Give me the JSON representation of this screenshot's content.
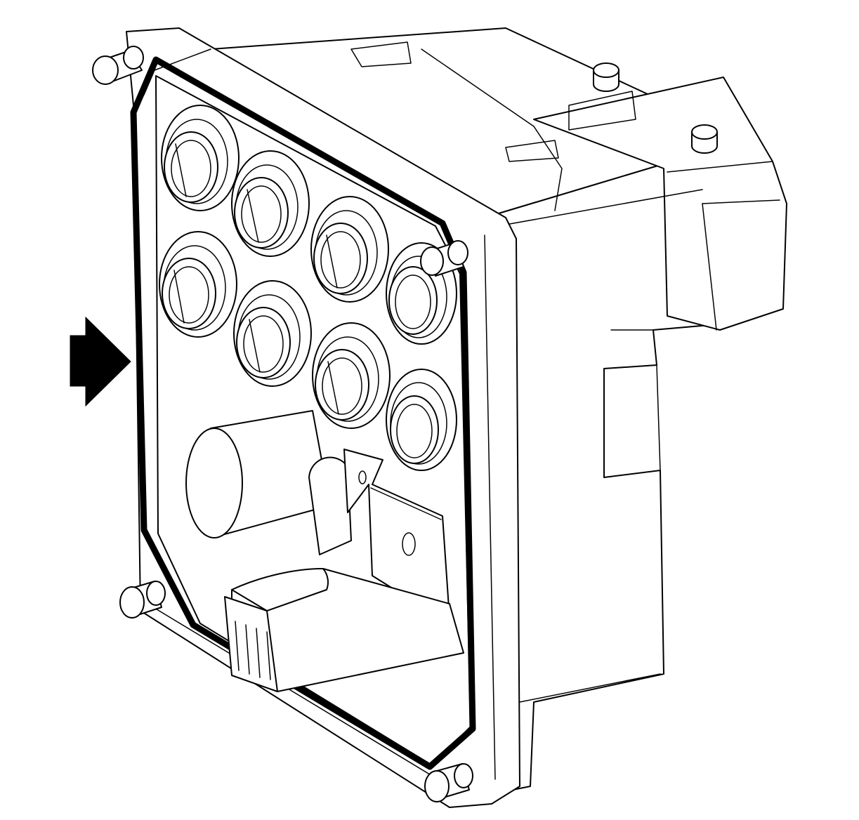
{
  "figure": {
    "subject": "ebcm-module-with-gasket",
    "ports": [
      {
        "name": "port-1"
      },
      {
        "name": "port-2"
      },
      {
        "name": "port-3"
      },
      {
        "name": "port-4"
      },
      {
        "name": "port-5"
      },
      {
        "name": "port-6"
      },
      {
        "name": "port-7"
      },
      {
        "name": "port-8"
      }
    ],
    "mounting_studs": [
      "stud-top-left",
      "stud-top-right-front",
      "stud-bottom-left",
      "stud-bottom-right",
      "stud-top-back-1",
      "stud-top-back-2"
    ],
    "callout": {
      "icon": "arrow-right-icon",
      "points_to": "gasket",
      "color": "#000000"
    },
    "colors": {
      "line": "#000000",
      "fill": "#ffffff"
    }
  }
}
